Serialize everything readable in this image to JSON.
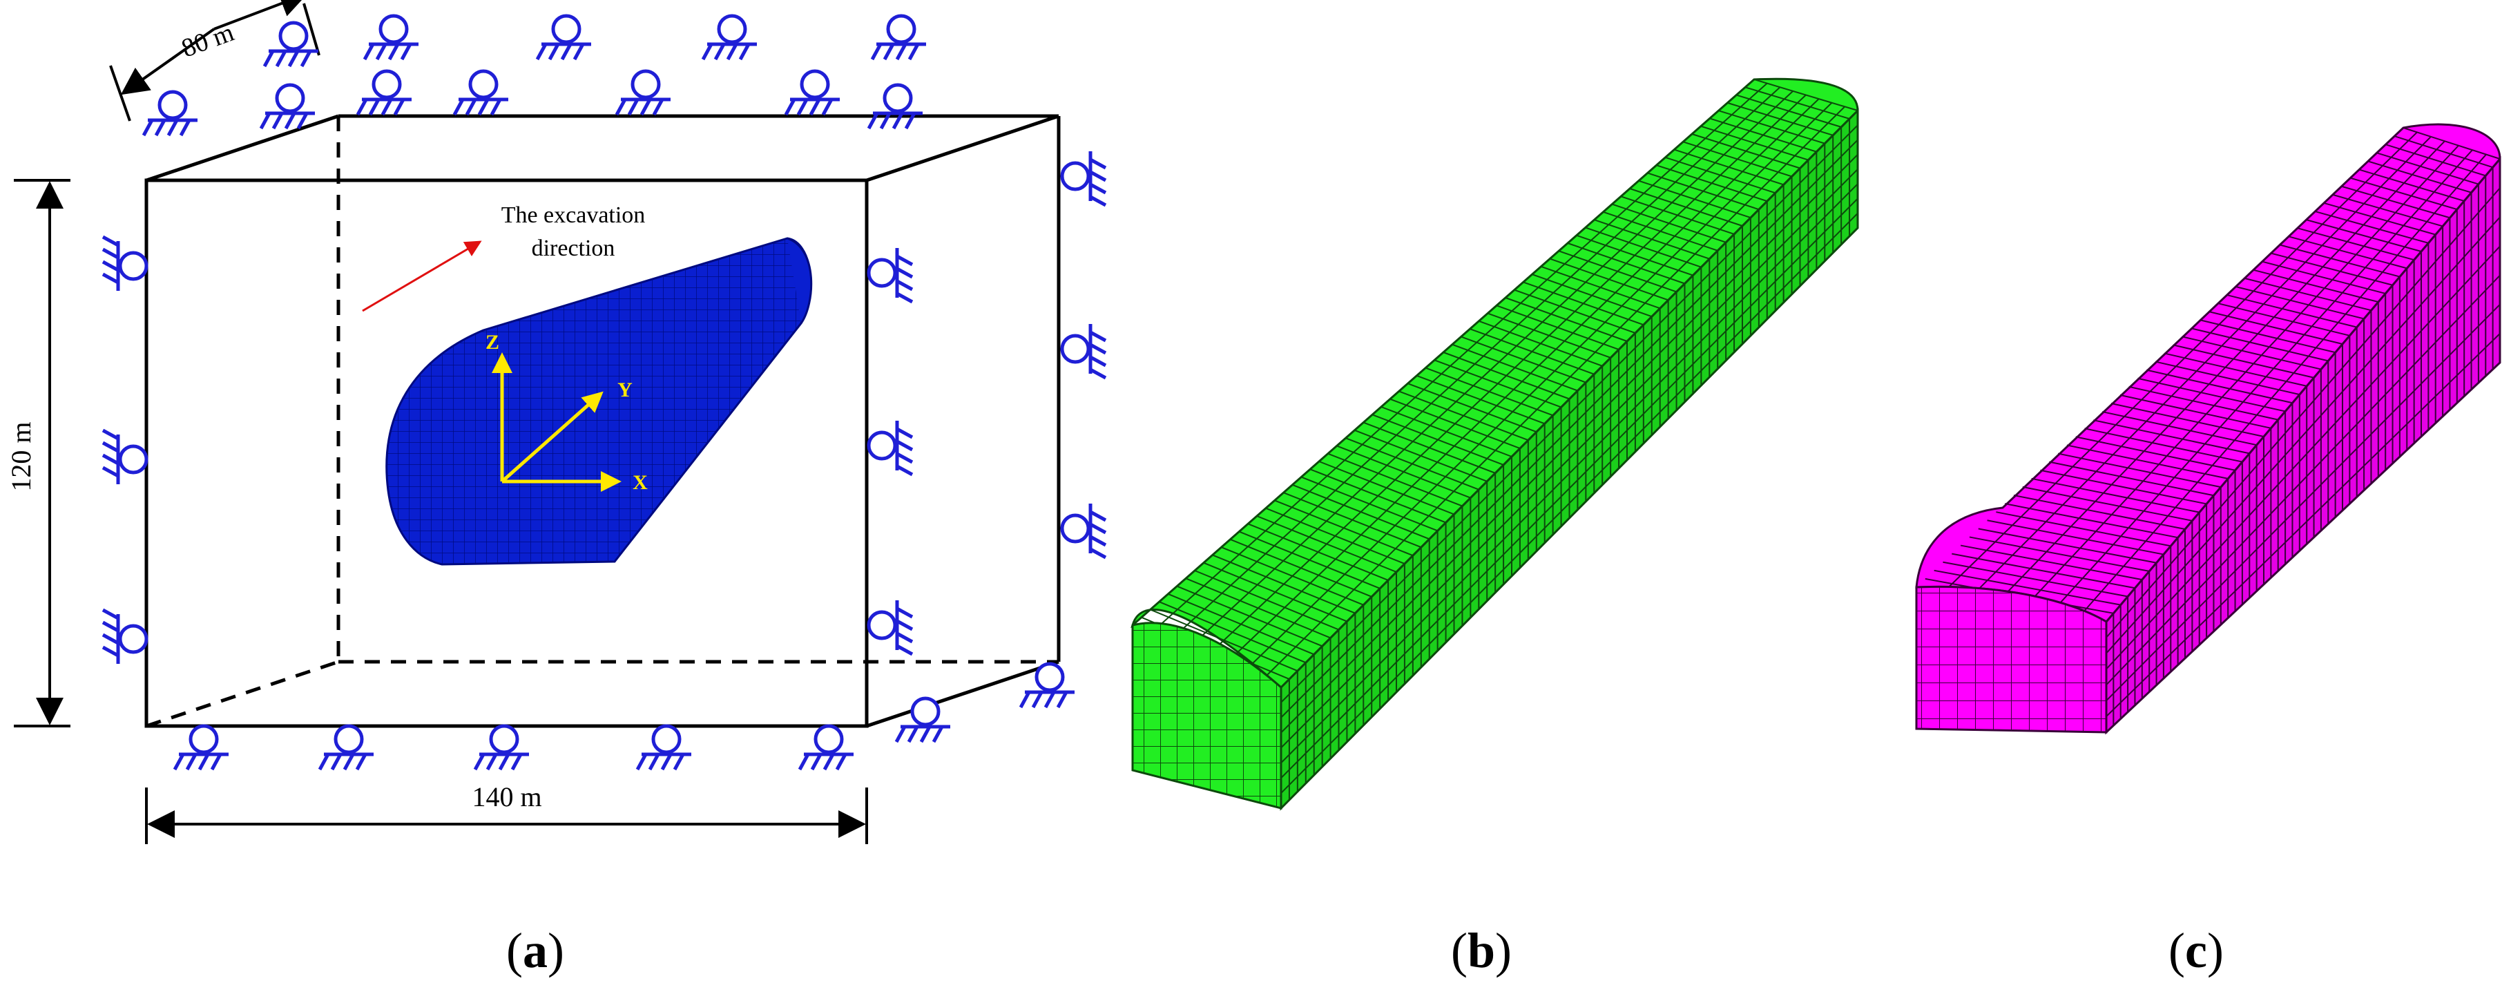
{
  "panels": {
    "a": {
      "caption_open": "(",
      "caption_letter": "a",
      "caption_close": ")",
      "dim_depth": "80 m",
      "dim_height": "120 m",
      "dim_width": "140 m",
      "annotation_line1": "The excavation",
      "annotation_line2": "direction",
      "axis_z": "Z",
      "axis_y": "Y",
      "axis_x": "X"
    },
    "b": {
      "caption_open": "(",
      "caption_letter": "b",
      "caption_close": ")"
    },
    "c": {
      "caption_open": "(",
      "caption_letter": "c",
      "caption_close": ")"
    }
  },
  "colors": {
    "support": "#1f1fd6",
    "tunnel_a": "#0a1fd0",
    "mesh_b": "#22ee22",
    "mesh_c": "#ff00ff",
    "arrow": "#e01010",
    "axis": "#ffe800",
    "line": "#000000"
  },
  "icons": [
    "roller-support-icon"
  ]
}
